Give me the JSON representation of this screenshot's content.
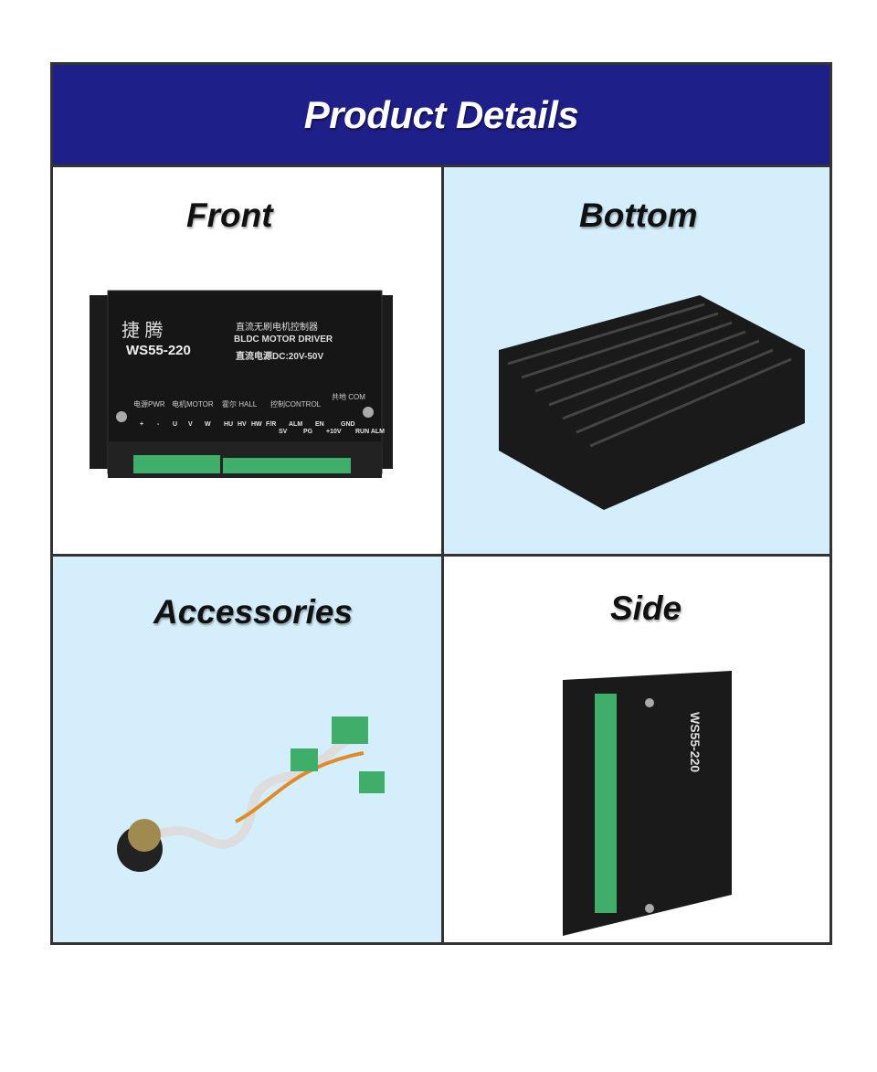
{
  "header": {
    "title": "Product Details"
  },
  "panels": [
    {
      "label": "Front"
    },
    {
      "label": "Bottom"
    },
    {
      "label": "Accessories"
    },
    {
      "label": "Side"
    }
  ],
  "device": {
    "brand": "捷 腾",
    "model": "WS55-220",
    "subtitle_cn": "直流无刷电机控制器",
    "subtitle_en": "BLDC MOTOR DRIVER",
    "power": "直流电源DC:20V-50V",
    "groups": [
      "电源PWR",
      "电机MOTOR",
      "霍尔 HALL",
      "控制CONTROL",
      "共地 COM"
    ],
    "pins": [
      "+",
      "-",
      "U",
      "V",
      "W",
      "HU",
      "HV",
      "HW",
      "F/R",
      "SV",
      "ALM",
      "PG",
      "EN",
      "+10V",
      "GND",
      "RUN ALM"
    ]
  },
  "colors": {
    "header": "#1f1f8a",
    "panel_blue": "#d4eefc",
    "border": "#333333",
    "terminal": "#3fae6a"
  }
}
